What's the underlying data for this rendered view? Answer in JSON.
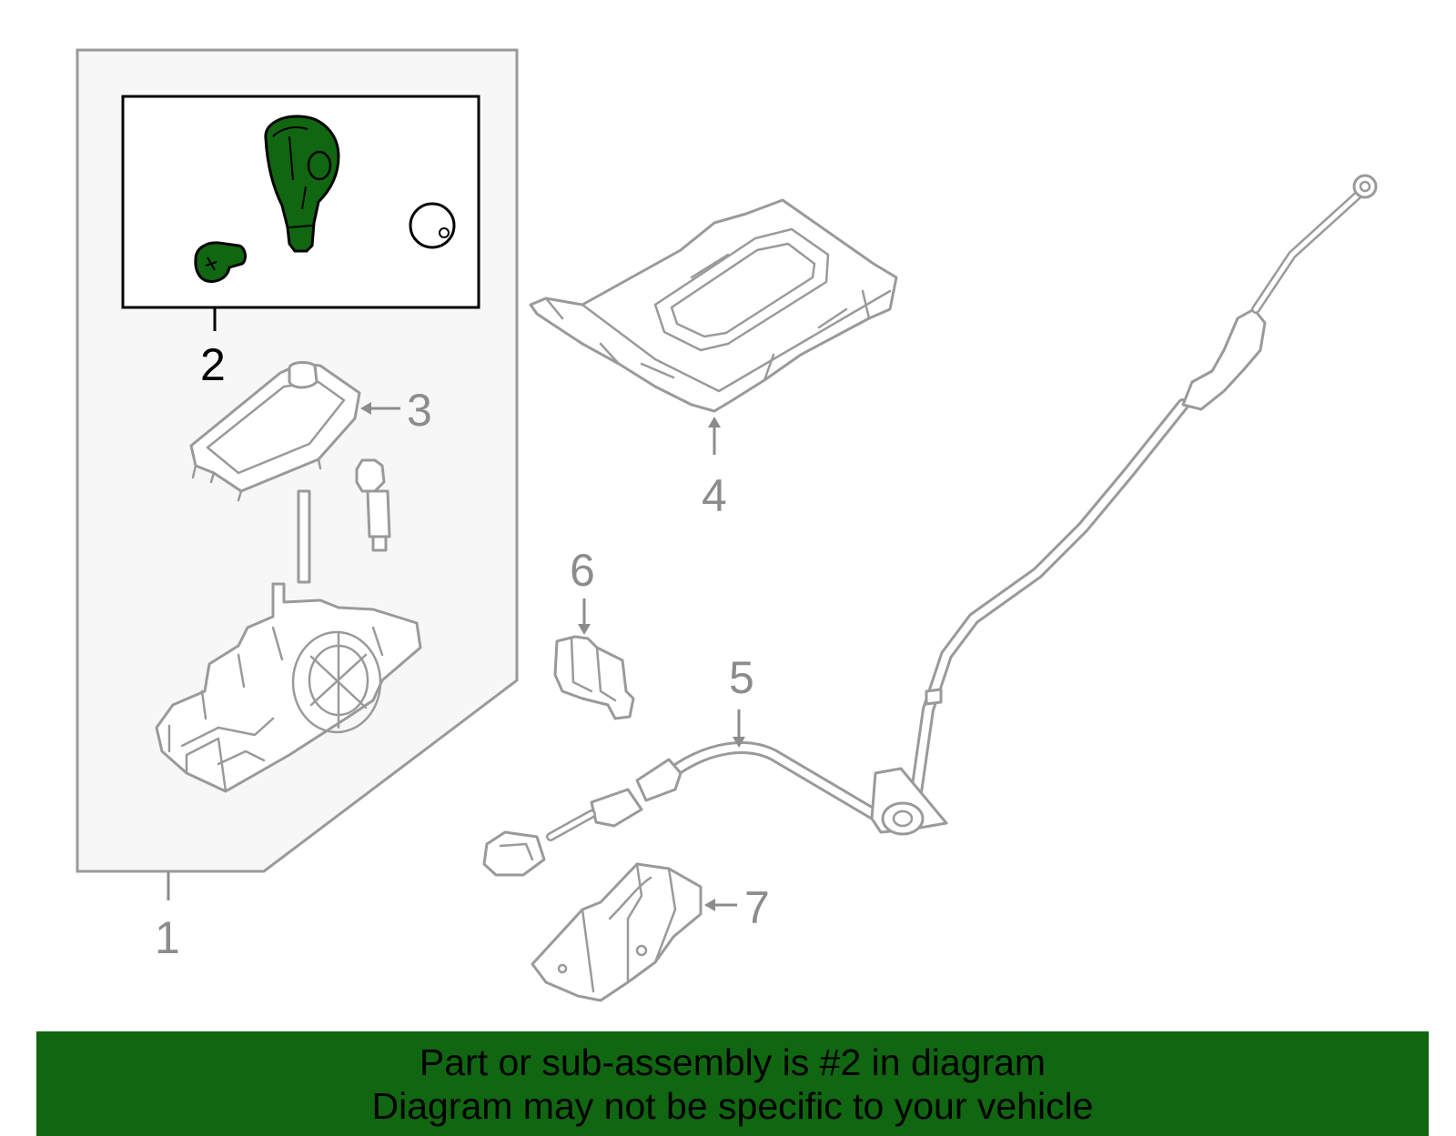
{
  "colors": {
    "highlight": "#116611",
    "banner_bg": "#116611",
    "part_line": "#9a9a9a",
    "callout": "#8c8c8c"
  },
  "callouts": {
    "c1": "1",
    "c2": "2",
    "c3": "3",
    "c4": "4",
    "c5": "5",
    "c6": "6",
    "c7": "7"
  },
  "highlighted_part": "2",
  "banner": {
    "line1": "Part or sub-assembly is #2 in diagram",
    "line2": "Diagram may not be specific to your vehicle"
  }
}
